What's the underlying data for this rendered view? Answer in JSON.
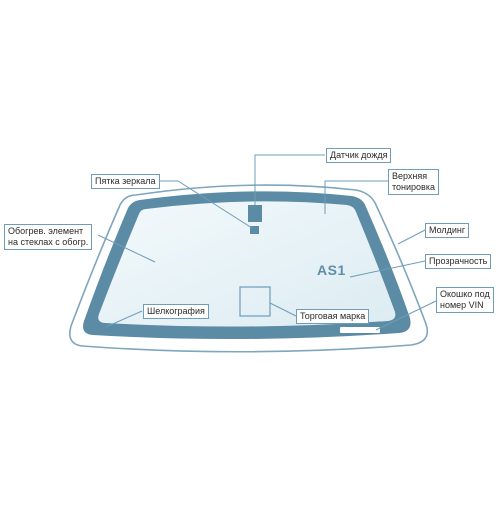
{
  "colors": {
    "glass": "#dcecf2",
    "glass_light": "#f3f9fb",
    "frame": "#5b8ba5",
    "outline": "#7ea6bd",
    "leader": "#6f9cb8"
  },
  "labels": {
    "rain_sensor": "Датчик дождя",
    "upper_tint_line1": "Верхняя",
    "upper_tint_line2": "тонировка",
    "mirror_heel": "Пятка зеркала",
    "heating_line1": "Обогрев. элемент",
    "heating_line2": "на стеклах с обогр.",
    "molding": "Молдинг",
    "transparency": "Прозрачность",
    "vin_window_line1": "Окошко под",
    "vin_window_line2": "номер VIN",
    "silkscreen": "Шелкография",
    "trademark": "Торговая марка"
  },
  "glass_mark": "AS1"
}
